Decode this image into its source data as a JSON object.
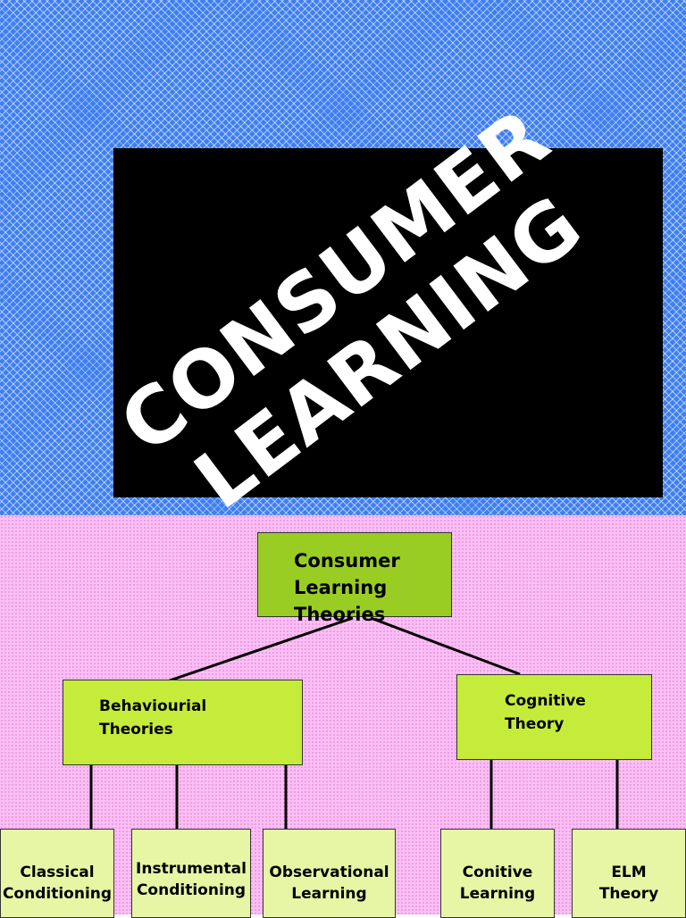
{
  "title": {
    "line1": "CONSUMER",
    "line2": "LEARNING"
  },
  "root": {
    "label": "Consumer Learning Theories"
  },
  "branches": [
    {
      "label": "Behaviourial Theories"
    },
    {
      "label": "Cognitive Theory"
    }
  ],
  "leaves": [
    {
      "label": "Classical Conditioning"
    },
    {
      "label": "Instrumental Conditioning"
    },
    {
      "label": "Observational Learning"
    },
    {
      "label": "Conitive Learning"
    },
    {
      "label": "ELM Theory"
    }
  ],
  "colors": {
    "top_background": "#3f7ff0",
    "bottom_background": "#ffbdf7",
    "root_fill": "#9acd23",
    "branch_fill": "#c5ec3a",
    "leaf_fill": "#e6f6a5"
  }
}
